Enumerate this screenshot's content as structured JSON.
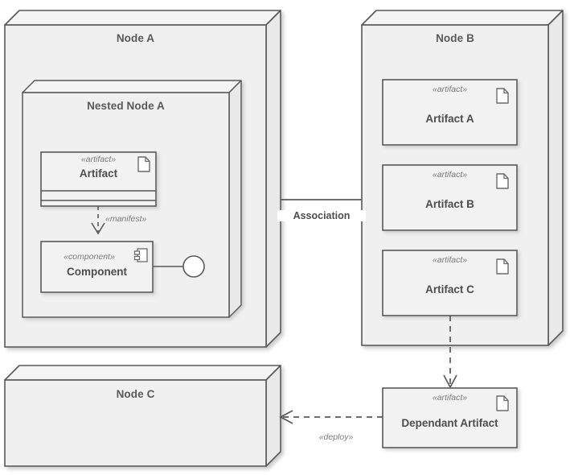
{
  "diagram": {
    "type": "uml-deployment-diagram",
    "background": "#ffffff",
    "colors": {
      "node_fill": "#f0f0f0",
      "node_top_fill": "#f4f4f4",
      "node_side_fill": "#e9e9e9",
      "artifact_fill": "#f2f2f2",
      "stroke": "#595959",
      "text": "#4d4d4d",
      "stereotype_text": "#7a7a7a",
      "shadow": "#d4d4d4"
    }
  },
  "nodes": [
    {
      "id": "node-a",
      "label": "Node A"
    },
    {
      "id": "nested-node-a",
      "label": "Nested Node A"
    },
    {
      "id": "node-b",
      "label": "Node B"
    },
    {
      "id": "node-c",
      "label": "Node C"
    }
  ],
  "elements": [
    {
      "id": "artifact",
      "stereotype": "«artifact»",
      "label": "Artifact",
      "icon": "document-icon",
      "compartments": 2
    },
    {
      "id": "component",
      "stereotype": "«component»",
      "label": "Component",
      "icon": "component-icon",
      "interface": "lollipop-provided-interface"
    },
    {
      "id": "artifact-a",
      "stereotype": "«artifact»",
      "label": "Artifact A",
      "icon": "document-icon"
    },
    {
      "id": "artifact-b",
      "stereotype": "«artifact»",
      "label": "Artifact B",
      "icon": "document-icon"
    },
    {
      "id": "artifact-c",
      "stereotype": "«artifact»",
      "label": "Artifact C",
      "icon": "document-icon"
    },
    {
      "id": "dependant-artifact",
      "stereotype": "«artifact»",
      "label": "Dependant Artifact",
      "icon": "document-icon"
    }
  ],
  "connections": [
    {
      "id": "manifest",
      "label": "«manifest»",
      "style": "dashed",
      "arrow": "open",
      "from": "artifact",
      "to": "component"
    },
    {
      "id": "association",
      "label": "Association",
      "style": "solid",
      "arrow": "none",
      "from": "node-a",
      "to": "node-b"
    },
    {
      "id": "artifact-c-dependency",
      "label": "",
      "style": "dashed",
      "arrow": "open",
      "from": "artifact-c",
      "to": "dependant-artifact"
    },
    {
      "id": "deploy",
      "label": "«deploy»",
      "style": "dashed",
      "arrow": "open",
      "from": "dependant-artifact",
      "to": "node-c"
    }
  ]
}
